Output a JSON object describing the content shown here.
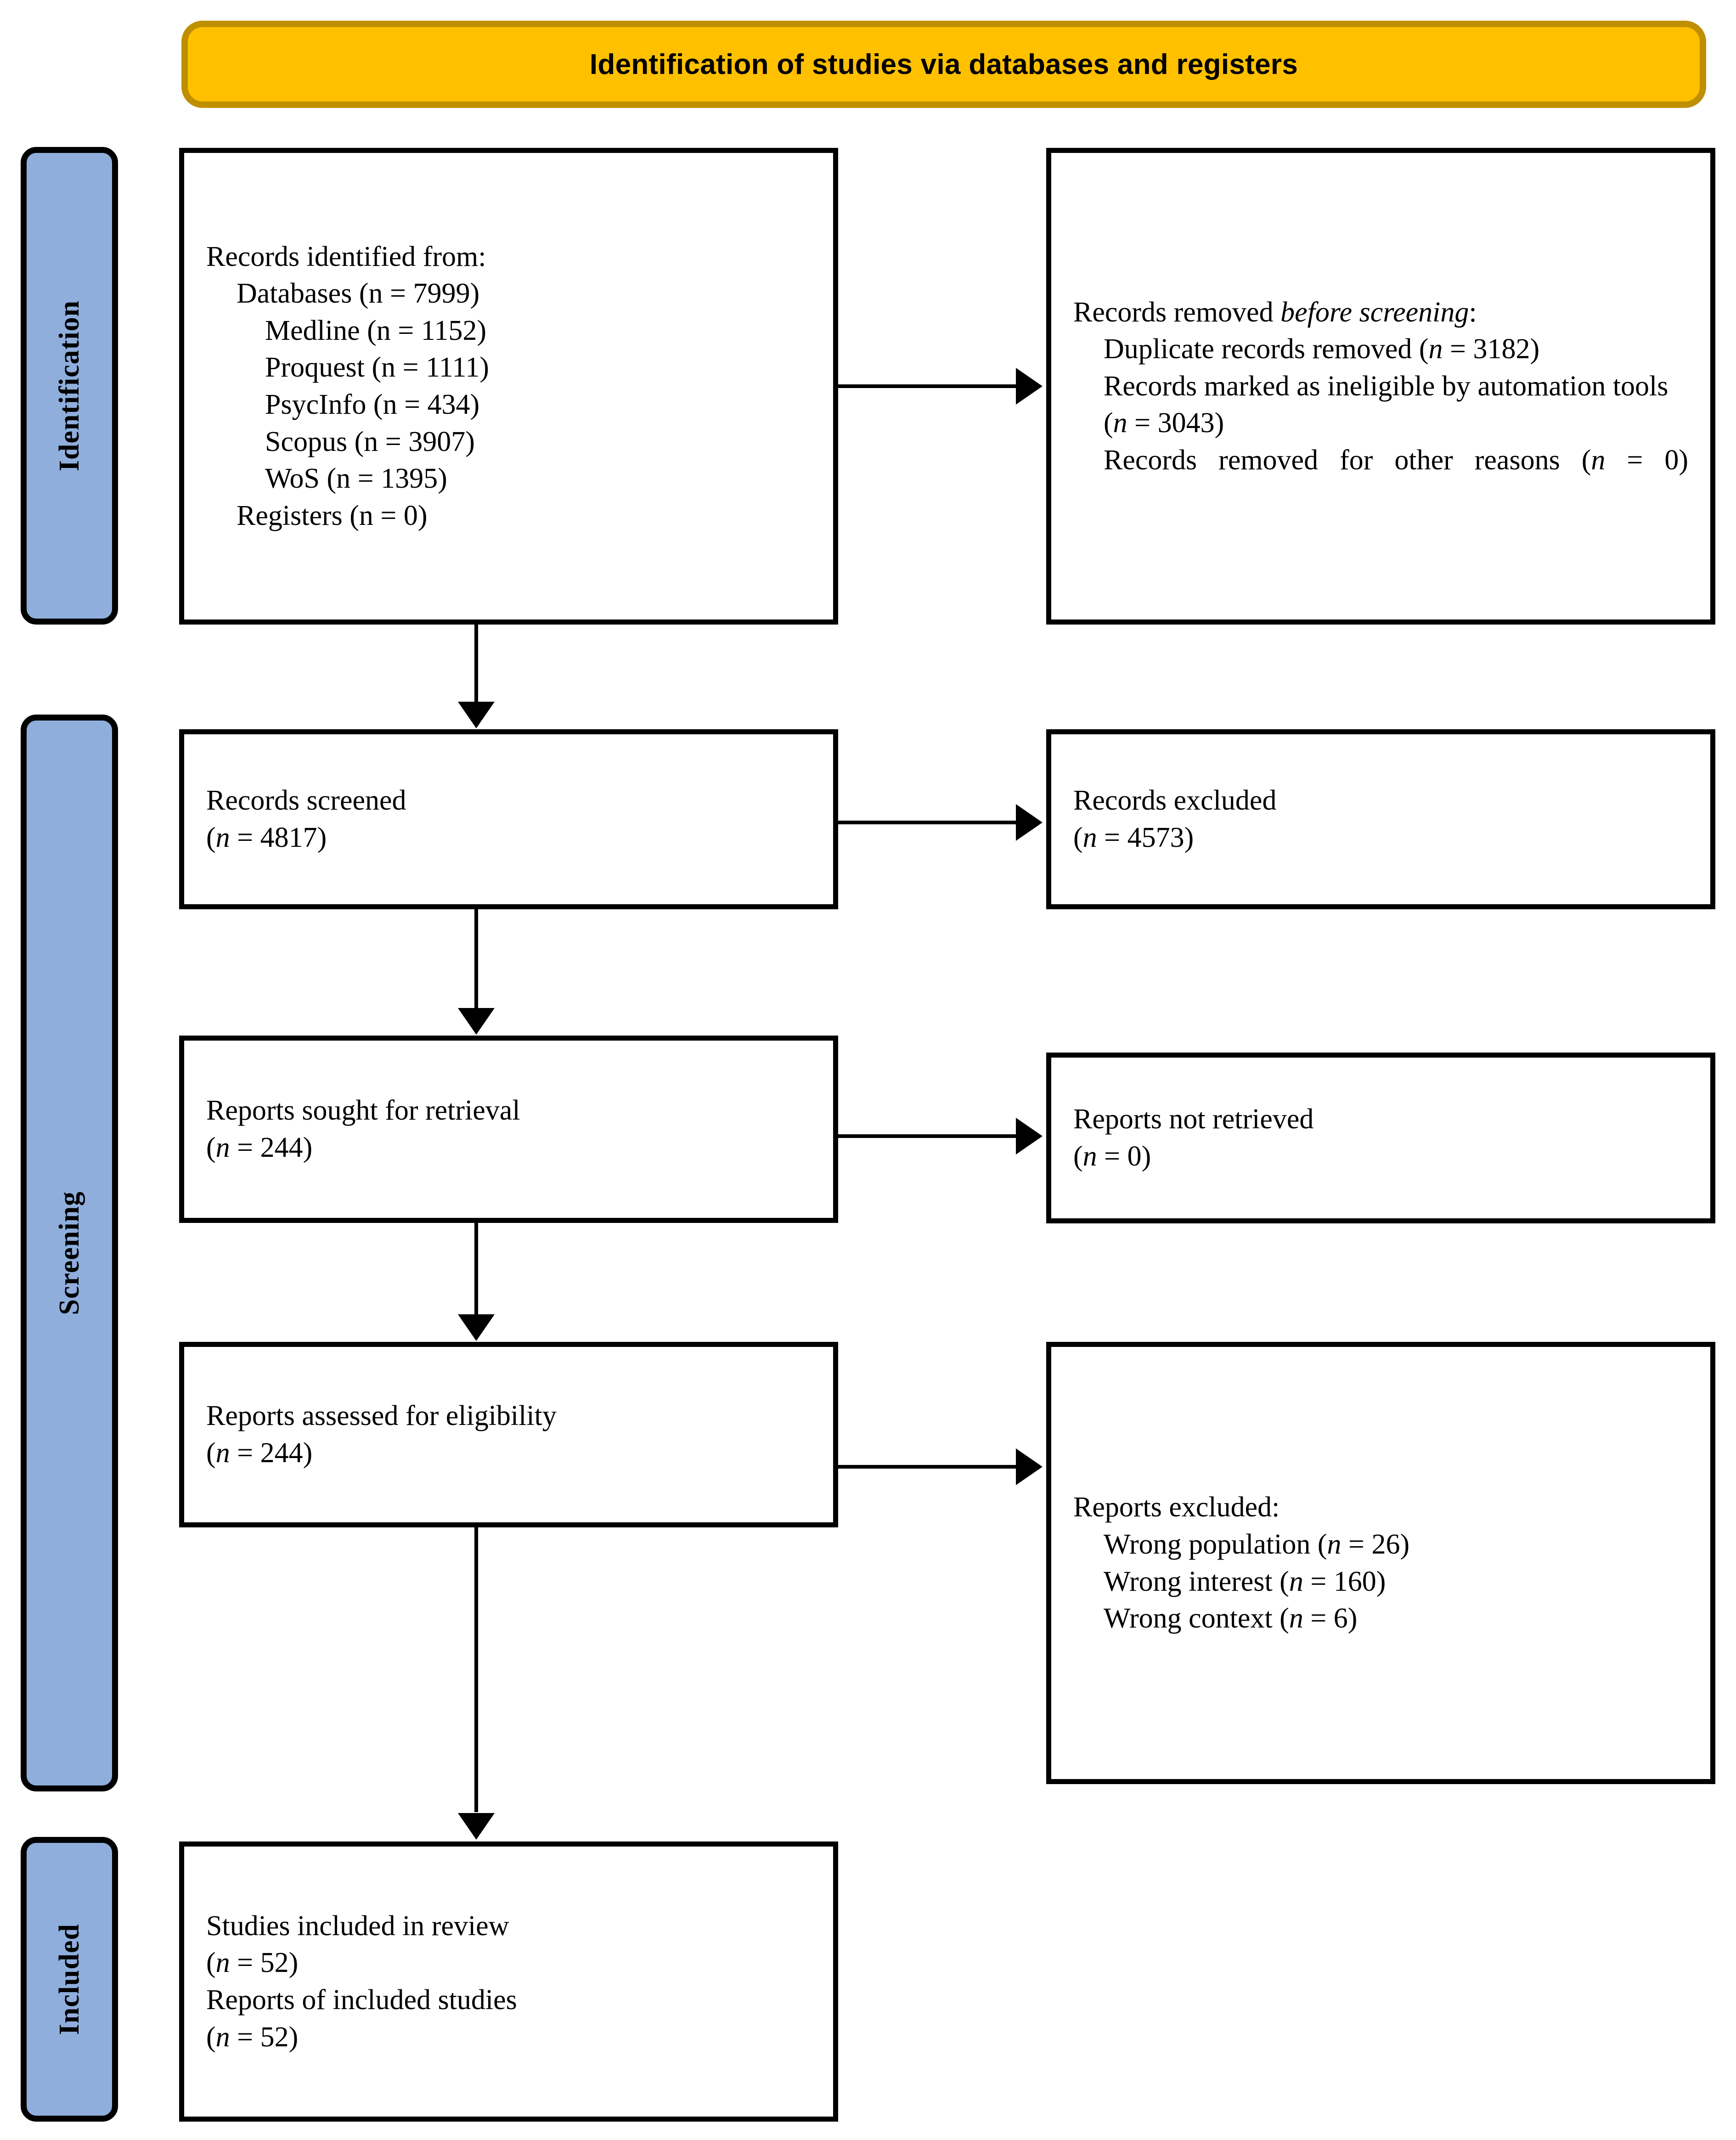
{
  "banner": {
    "title": "Identification of studies via databases and registers"
  },
  "colors": {
    "banner_fill": "#FFC000",
    "banner_border": "#BF8F00",
    "stage_fill": "#8FAEDC",
    "box_border": "#000000",
    "text": "#000000"
  },
  "stages": [
    {
      "key": "identification",
      "label": "Identification"
    },
    {
      "key": "screening",
      "label": "Screening"
    },
    {
      "key": "included",
      "label": "Included"
    }
  ],
  "boxes": {
    "identified": {
      "heading": "Records identified from:",
      "items": [
        {
          "label": "Databases",
          "n": "7999",
          "text": "Databases (n = 7999)",
          "level": 1
        },
        {
          "label": "Medline",
          "n": "1152",
          "text": "Medline (n = 1152)",
          "level": 2
        },
        {
          "label": "Proquest",
          "n": "1111",
          "text": "Proquest (n = 1111)",
          "level": 2
        },
        {
          "label": "PsycInfo",
          "n": "434",
          "text": "PsycInfo (n = 434)",
          "level": 2
        },
        {
          "label": "Scopus",
          "n": "3907",
          "text": "Scopus (n = 3907)",
          "level": 2
        },
        {
          "label": "WoS",
          "n": "1395",
          "text": "WoS (n = 1395)",
          "level": 2
        },
        {
          "label": "Registers",
          "n": "0",
          "text": "Registers (n = 0)",
          "level": 1
        }
      ]
    },
    "removed_before_screening": {
      "heading_prefix": "Records removed ",
      "heading_italic": "before screening",
      "heading_suffix": ":",
      "items": [
        {
          "label": "Duplicate records removed",
          "n": "3182"
        },
        {
          "label": "Records marked as ineligible by automation tools",
          "n": "3043"
        },
        {
          "label": "Records removed for other reasons",
          "n": "0"
        }
      ]
    },
    "records_screened": {
      "label": "Records screened",
      "n": "4817",
      "count_text": "(n = 4817)"
    },
    "records_excluded": {
      "label": "Records excluded",
      "n": "4573",
      "count_text": "(n = 4573)"
    },
    "reports_sought": {
      "label": "Reports sought for retrieval",
      "n": "244",
      "count_text": "(n = 244)"
    },
    "reports_not_retrieved": {
      "label": "Reports not retrieved",
      "n": "0",
      "count_text": "(n = 0)"
    },
    "reports_assessed": {
      "label": "Reports assessed for eligibility",
      "n": "244",
      "count_text": "(n = 244)"
    },
    "reports_excluded": {
      "heading": "Reports excluded:",
      "items": [
        {
          "label": "Wrong population",
          "n": "26",
          "text": "Wrong population (n = 26)"
        },
        {
          "label": "Wrong interest",
          "n": "160",
          "text": "Wrong interest (n = 160)"
        },
        {
          "label": "Wrong context",
          "n": "6",
          "text": "Wrong context (n = 6)"
        }
      ]
    },
    "included": {
      "line1": "Studies included in review",
      "line1_count": "(n = 52)",
      "line1_n": "52",
      "line2": "Reports of included studies",
      "line2_count": "(n = 52)",
      "line2_n": "52"
    }
  }
}
